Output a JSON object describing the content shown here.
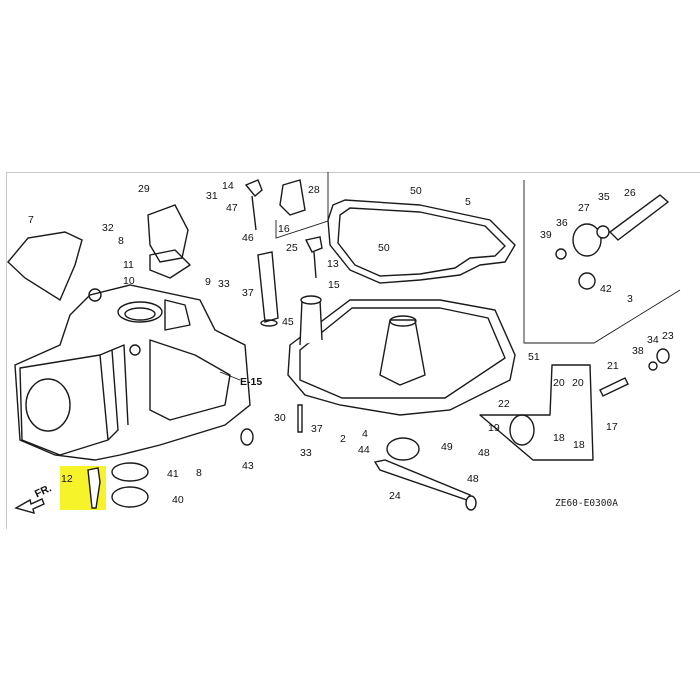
{
  "diagram": {
    "code": "ZE60-E0300A",
    "reference": "E-15",
    "direction": "FR.",
    "highlight_color": "#f7f32a",
    "highlighted_part": "12",
    "labels": [
      "29",
      "31",
      "14",
      "28",
      "50",
      "5",
      "26",
      "35",
      "27",
      "36",
      "7",
      "32",
      "8",
      "47",
      "46",
      "16",
      "25",
      "39",
      "13",
      "50",
      "11",
      "15",
      "9",
      "10",
      "33",
      "37",
      "42",
      "3",
      "45",
      "34",
      "23",
      "38",
      "51",
      "21",
      "20",
      "20",
      "22",
      "17",
      "30",
      "37",
      "2",
      "4",
      "19",
      "18",
      "18",
      "33",
      "44",
      "48",
      "49",
      "43",
      "41",
      "8",
      "12",
      "40",
      "24",
      "48"
    ]
  }
}
